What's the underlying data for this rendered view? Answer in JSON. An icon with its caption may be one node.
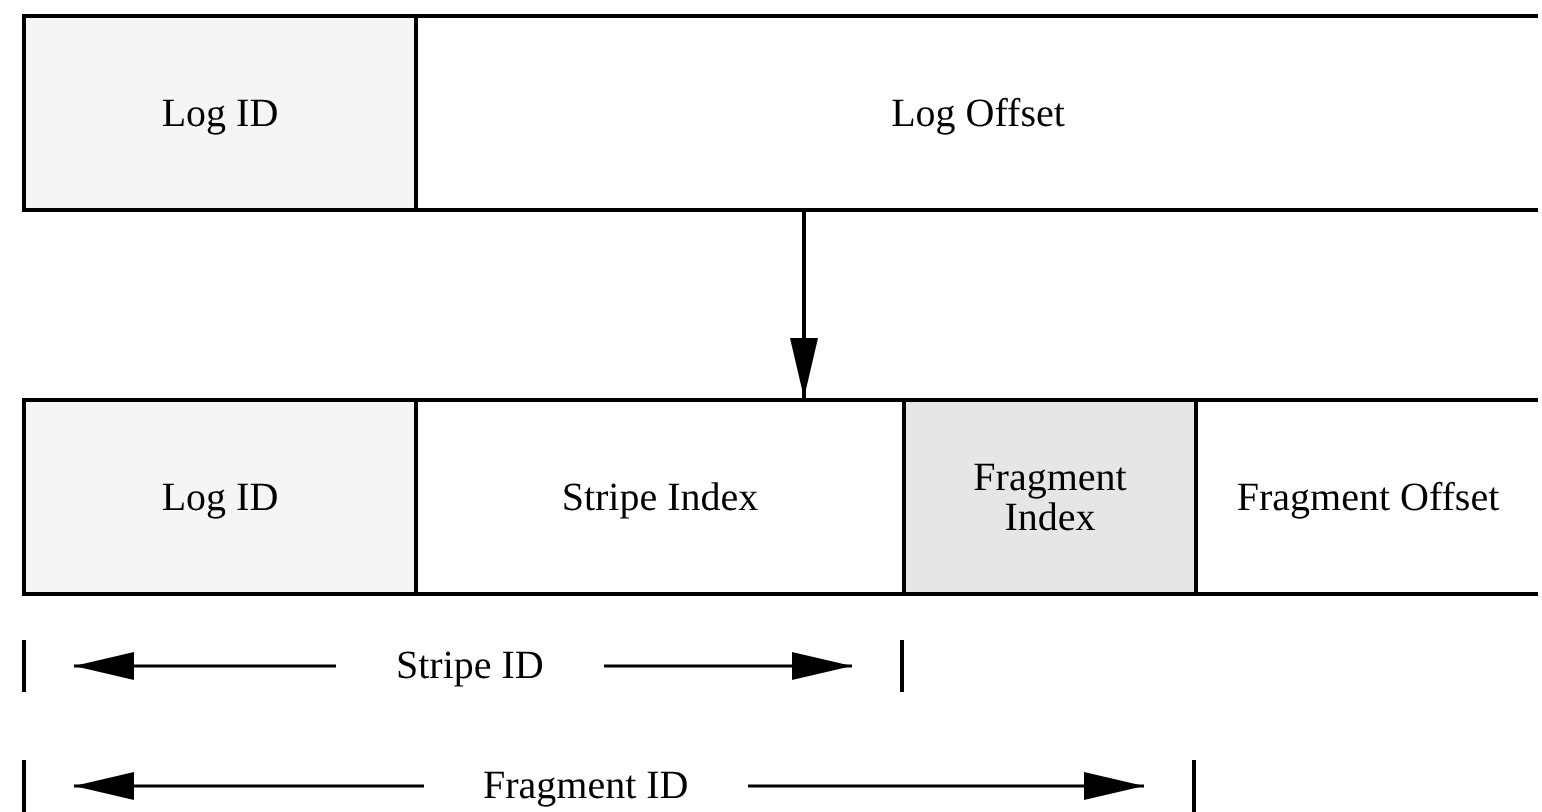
{
  "diagram": {
    "nodes": [
      {
        "text": [],
        "shape": "bar"
      },
      {
        "text": [
          "Log ID"
        ],
        "in": 0
      },
      {
        "text": [
          "Log Offset"
        ],
        "in": 0
      },
      {
        "text": [],
        "shape": "bar"
      },
      {
        "text": [
          "Log ID"
        ],
        "in": 3
      },
      {
        "text": [
          "Stripe Index"
        ],
        "in": 3
      },
      {
        "text": [
          "Fragment Index"
        ],
        "in": 3
      },
      {
        "text": [
          "Fragment Offset"
        ],
        "in": 3
      }
    ],
    "edges": [
      {
        "from": 0,
        "to": 3,
        "arrow": "to"
      }
    ],
    "labels": [
      "Stripe ID",
      "Fragment ID"
    ]
  }
}
